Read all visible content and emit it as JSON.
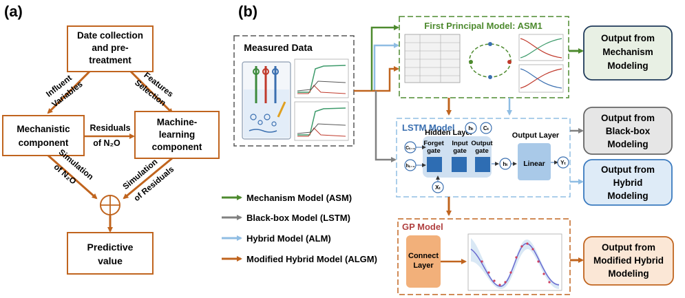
{
  "panel_a": {
    "label": "(a)",
    "box_top": [
      "Date collection",
      "and pre-",
      "treatment"
    ],
    "influent": [
      "Influent",
      "Variables"
    ],
    "features": [
      "Features",
      "Selection"
    ],
    "mechanistic": [
      "Mechanistic",
      "component"
    ],
    "residuals": [
      "Residuals",
      "of N₂O"
    ],
    "ml": [
      "Machine-",
      "learning",
      "component"
    ],
    "sim_n2o": [
      "Simulation",
      "of N₂O"
    ],
    "sim_res": [
      "Simulation",
      "of Residuals"
    ],
    "predictive": [
      "Predictive",
      "value"
    ]
  },
  "panel_b": {
    "label": "(b)",
    "measured_title": "Measured Data",
    "asm_title": "First Principal Model: ASM1",
    "lstm_title": "LSTM Model",
    "hidden_layer": "Hidden Layer",
    "forget_gate": [
      "Forget",
      "gate"
    ],
    "input_gate": [
      "Input",
      "gate"
    ],
    "output_gate": [
      "Output",
      "gate"
    ],
    "output_layer": "Output Layer",
    "linear": "Linear",
    "cell_prev": "Cₜ₋₁",
    "h_prev": "hₜ₋₁",
    "x_t": "Xₜ",
    "h_t": "hₜ",
    "c_t": "Cₜ",
    "y_t": "Yₜ",
    "gp_title": "GP Model",
    "connect_layer": [
      "Connect",
      "Layer"
    ],
    "out_mech": [
      "Output from",
      "Mechanism",
      "Modeling"
    ],
    "out_black": [
      "Output from",
      "Black-box",
      "Modeling"
    ],
    "out_hybrid": [
      "Output from",
      "Hybrid",
      "Modeling"
    ],
    "out_modified": [
      "Output from",
      "Modified Hybrid",
      "Modeling"
    ],
    "legend": [
      {
        "label": "Mechanism Model (ASM)",
        "color": "#4d8a2e"
      },
      {
        "label": "Black-box Model (LSTM)",
        "color": "#808080"
      },
      {
        "label": "Hybrid Model (ALM)",
        "color": "#8fbde3"
      },
      {
        "label": "Modified Hybrid Model (ALGM)",
        "color": "#c0641e"
      }
    ]
  },
  "colors": {
    "orange": "#c0641e",
    "green": "#4d8a2e",
    "gray": "#808080",
    "lightblue": "#8fbde3",
    "blue_box": "#6fa8d8"
  }
}
